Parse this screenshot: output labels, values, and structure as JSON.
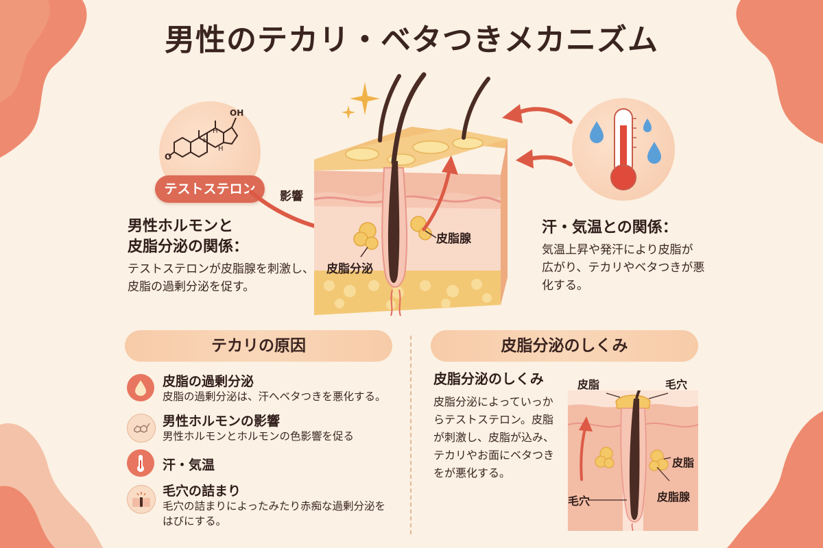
{
  "title": "男性のテカリ・ベタつきメカニズム",
  "hormone": {
    "badge": "テストステロン",
    "molecule_label": "OH",
    "molecule_label_o": "O",
    "h_labels": [
      "H",
      "H",
      "H"
    ],
    "influence_label": "影響",
    "heading_line1": "男性ホルモンと",
    "heading_line2": "皮脂分泌の関係：",
    "desc_line1": "テストステロンが皮脂腺を刺激し、",
    "desc_line2": "皮脂の過剰分泌を促す。"
  },
  "skin": {
    "gland_label": "皮脂腺",
    "secretion_label": "皮脂分泌"
  },
  "sweat": {
    "heading": "汗・気温との関係：",
    "desc_line1": "気温上昇や発汗により皮脂が",
    "desc_line2": "広がり、テカリやベタつきが悪",
    "desc_line3": "化する。"
  },
  "causes_section": {
    "header": "テカリの原因",
    "items": [
      {
        "title": "皮脂の過剰分泌",
        "desc": "皮脂の過剰分泌は、汗へベタつきを悪化する。",
        "icon": "oil-drop-icon"
      },
      {
        "title": "男性ホルモンの影響",
        "desc": "男性ホルモンとホルモンの色影響を促る",
        "icon": "molecule-icon"
      },
      {
        "title": "汗・気温",
        "desc": "",
        "icon": "thermometer-icon"
      },
      {
        "title": "毛穴の詰まり",
        "desc_line1": "毛穴の詰まりによったみたり赤痴な過剰分泌を",
        "desc_line2": "はびにする。",
        "icon": "clogged-pore-icon"
      }
    ]
  },
  "mechanism_section": {
    "header": "皮脂分泌のしくみ",
    "subheading": "皮脂分泌のしくみ",
    "desc_lines": [
      "皮脂分泌によっていっか",
      "らテストステロン。皮脂",
      "が刺激し、皮脂が込み、",
      "テカリやお面にベタつき",
      "をが悪化する。"
    ],
    "diagram_labels": {
      "sebum_top": "皮脂",
      "pore_top": "毛穴",
      "sebum_side": "皮脂",
      "gland": "皮脂腺",
      "pore_bottom": "毛穴"
    }
  },
  "colors": {
    "background": "#fbf1e4",
    "accent": "#dc6a55",
    "section_bar": "#f7cba8",
    "blob": "#ee8a6f"
  }
}
